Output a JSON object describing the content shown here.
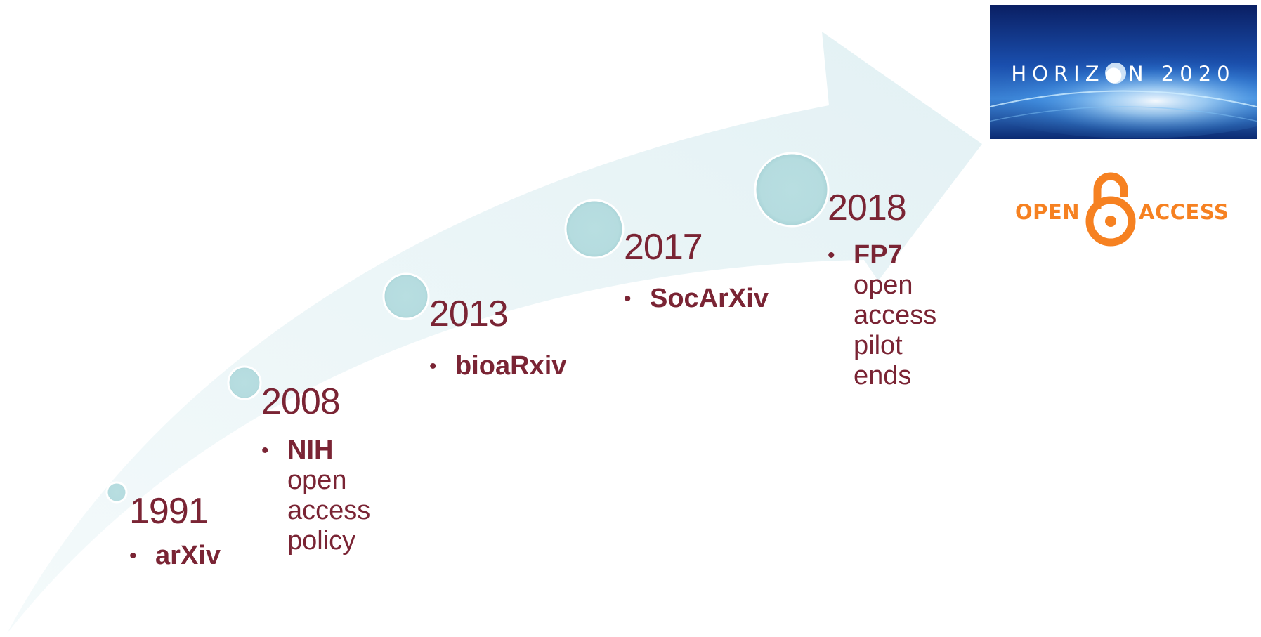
{
  "milestones": [
    {
      "year": "1991",
      "items": [
        {
          "bold": "arXiv",
          "rest": []
        }
      ]
    },
    {
      "year": "2008",
      "items": [
        {
          "bold": "NIH",
          "rest": [
            "open",
            "access",
            "policy"
          ]
        }
      ]
    },
    {
      "year": "2013",
      "items": [
        {
          "bold": "bioaRxiv",
          "rest": []
        }
      ]
    },
    {
      "year": "2017",
      "items": [
        {
          "bold": "SocArXiv",
          "rest": []
        }
      ]
    },
    {
      "year": "2018",
      "items": [
        {
          "bold": "FP7",
          "rest": [
            "open",
            "access",
            "pilot",
            "ends"
          ]
        }
      ]
    }
  ],
  "bullet_char": "•",
  "logos": {
    "horizon": {
      "text": "HORIZ●N 2020"
    },
    "open_access": {
      "left": "OPEN",
      "right": "ACCESS"
    }
  },
  "colors": {
    "text": "#7a2434",
    "arrow_fill": "#e8f3f5",
    "circle_fill": "#b9dfe1",
    "oa_orange": "#f68121"
  }
}
